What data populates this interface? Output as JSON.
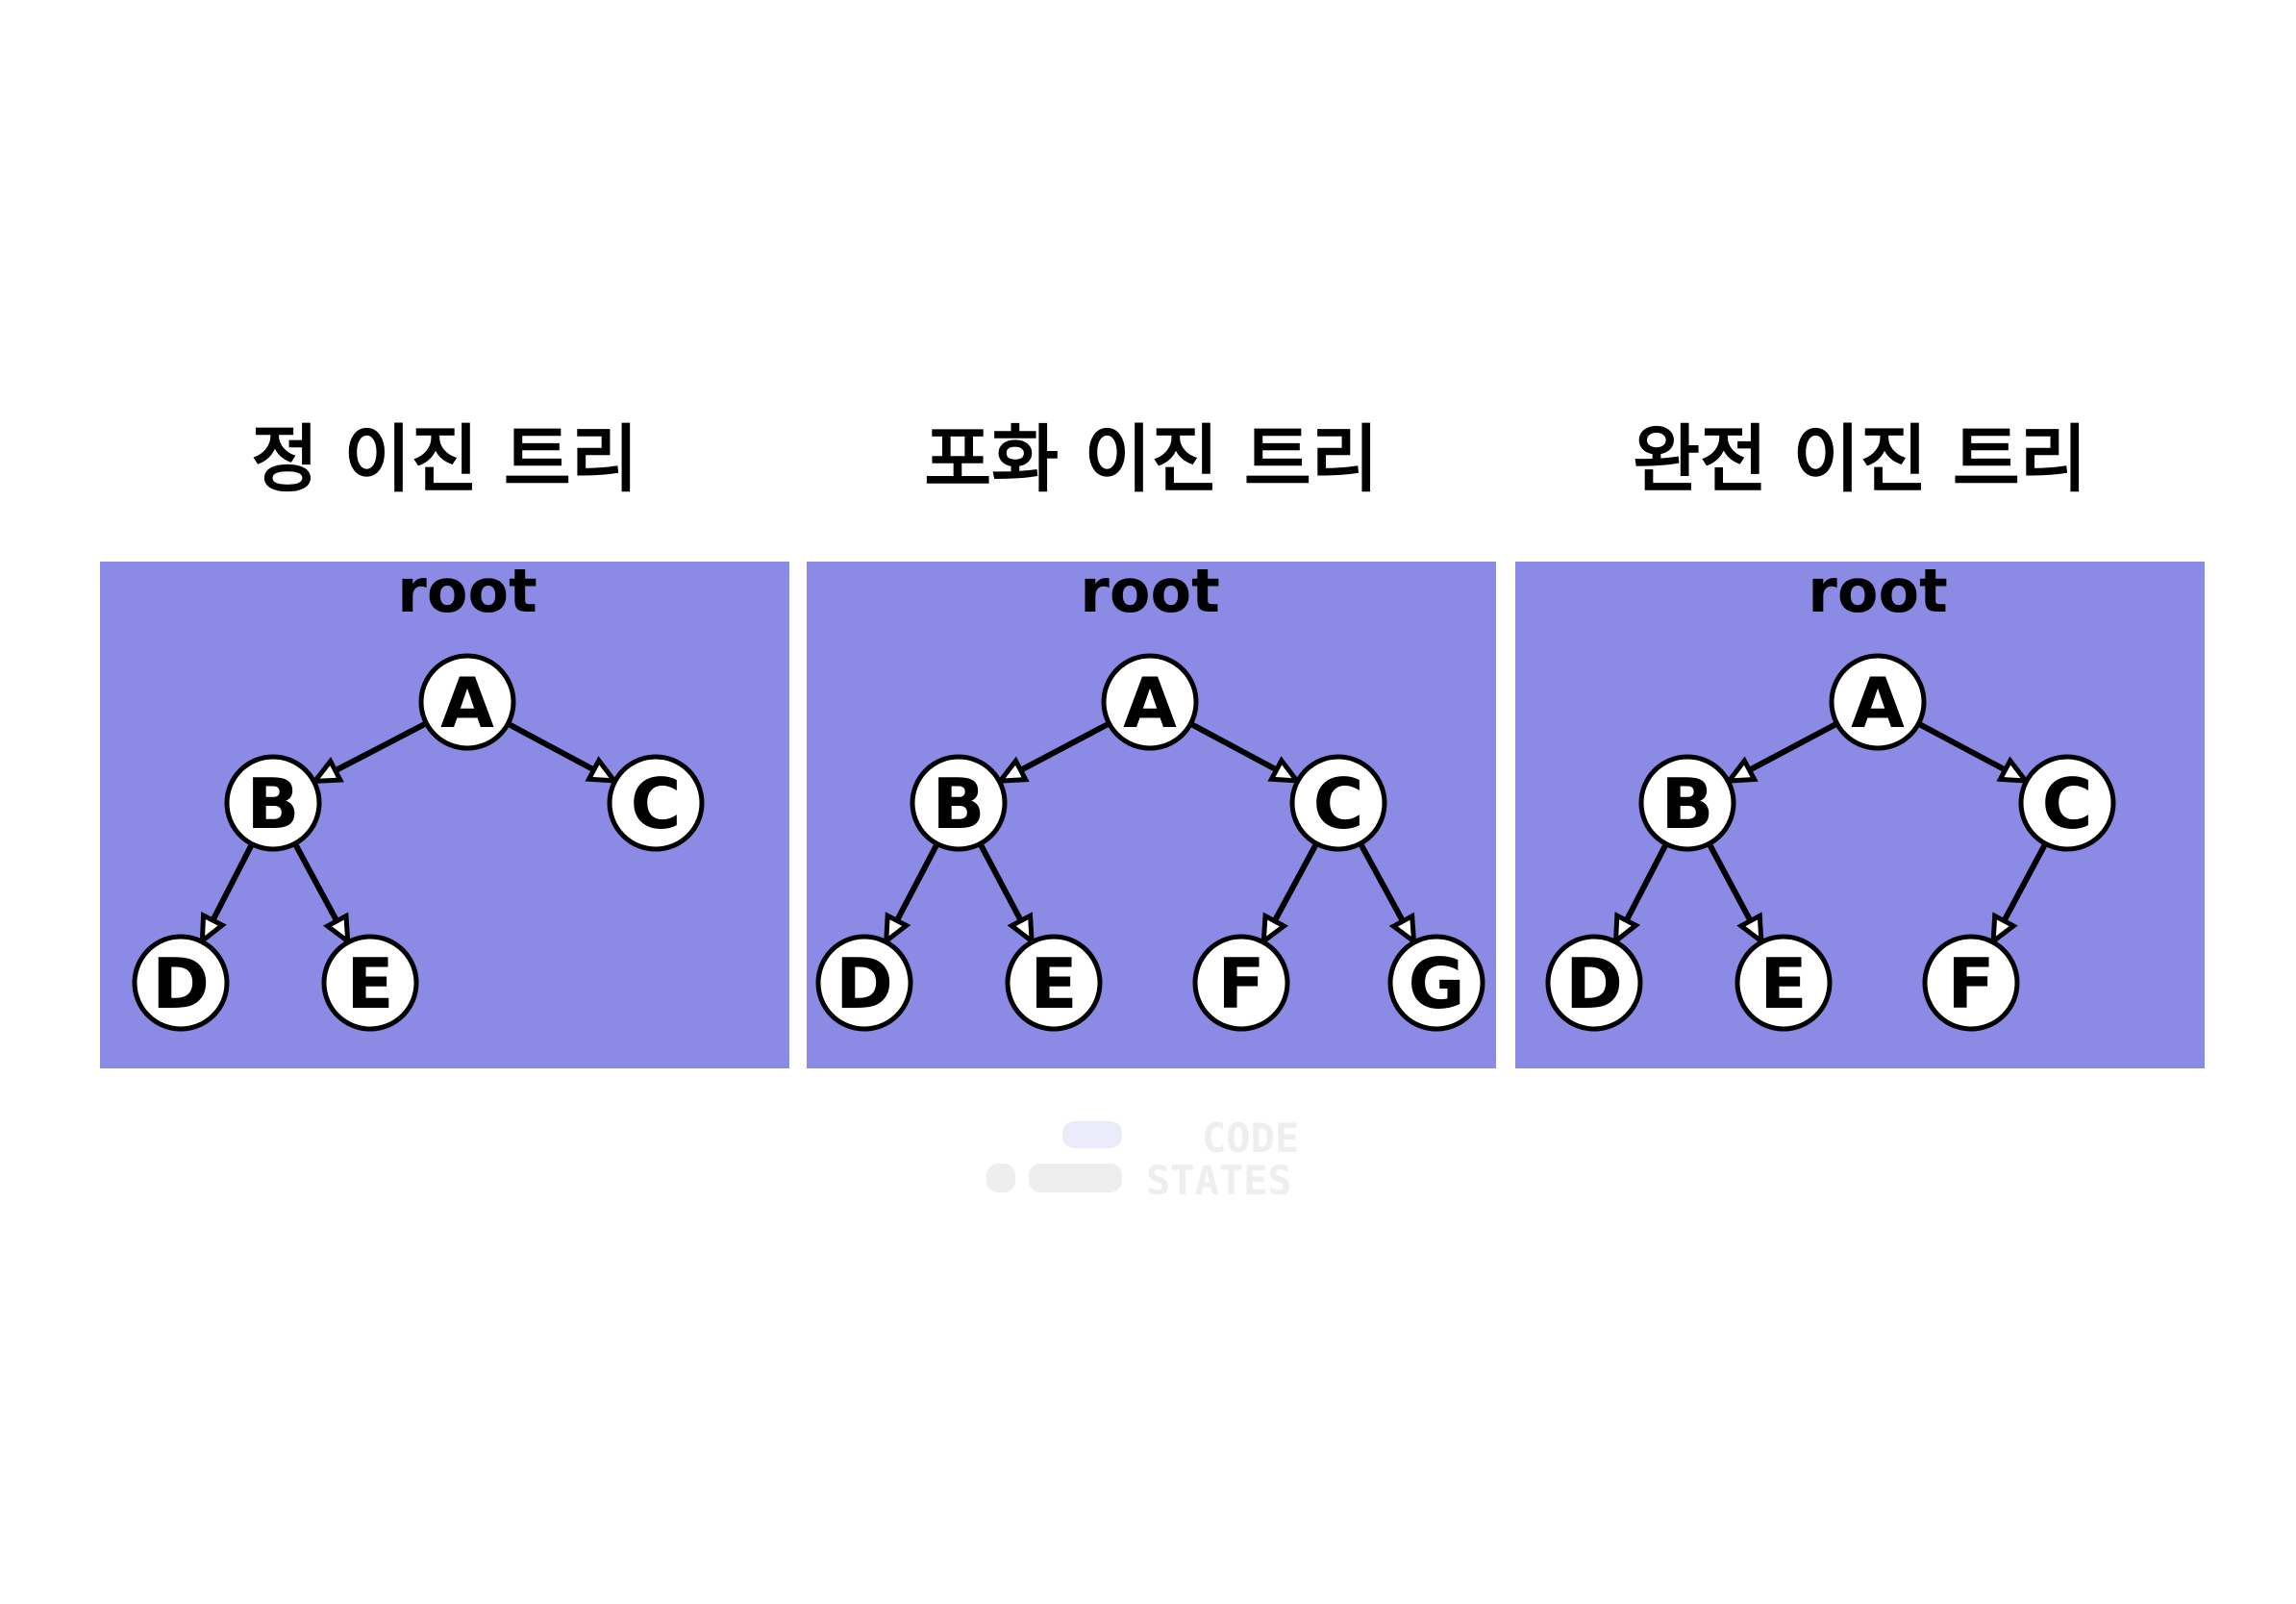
{
  "accent_color": "#8b8ae4",
  "root_label": "root",
  "panels": [
    {
      "title": "정 이진 트리",
      "nodes": [
        "A",
        "B",
        "C",
        "D",
        "E"
      ],
      "edges": [
        [
          "A",
          "B"
        ],
        [
          "A",
          "C"
        ],
        [
          "B",
          "D"
        ],
        [
          "B",
          "E"
        ]
      ]
    },
    {
      "title": "포화 이진 트리",
      "nodes": [
        "A",
        "B",
        "C",
        "D",
        "E",
        "F",
        "G"
      ],
      "edges": [
        [
          "A",
          "B"
        ],
        [
          "A",
          "C"
        ],
        [
          "B",
          "D"
        ],
        [
          "B",
          "E"
        ],
        [
          "C",
          "F"
        ],
        [
          "C",
          "G"
        ]
      ]
    },
    {
      "title": "완전 이진 트리",
      "nodes": [
        "A",
        "B",
        "C",
        "D",
        "E",
        "F"
      ],
      "edges": [
        [
          "A",
          "B"
        ],
        [
          "A",
          "C"
        ],
        [
          "B",
          "D"
        ],
        [
          "B",
          "E"
        ],
        [
          "C",
          "F"
        ]
      ]
    }
  ],
  "logo": {
    "line1": "CODE",
    "line2": "STATES",
    "icon": "code-states-logo-icon"
  }
}
